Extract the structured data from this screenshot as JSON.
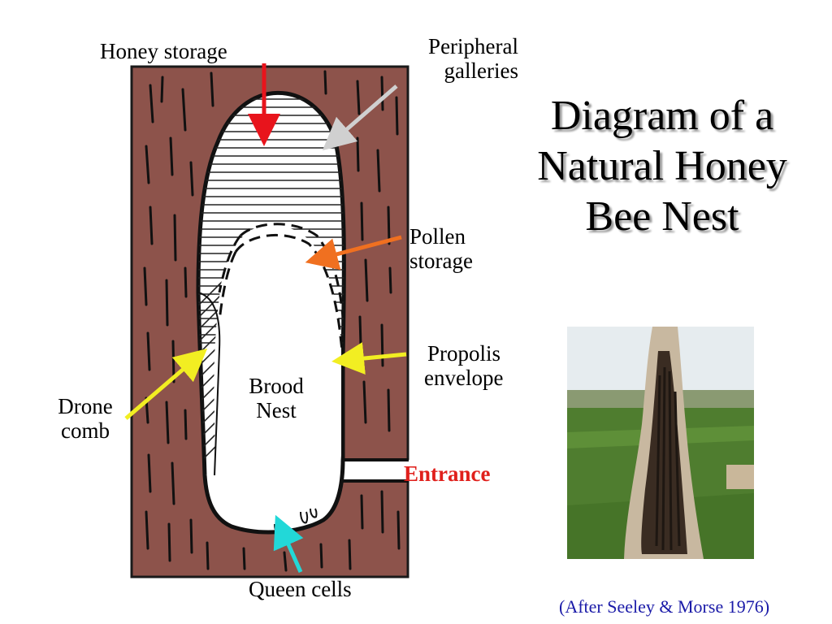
{
  "title": "Diagram of a Natural Honey Bee Nest",
  "labels": {
    "honey_storage": "Honey storage",
    "peripheral_galleries_1": "Peripheral",
    "peripheral_galleries_2": "galleries",
    "pollen_storage_1": "Pollen",
    "pollen_storage_2": "storage",
    "propolis_envelope_1": "Propolis",
    "propolis_envelope_2": "envelope",
    "brood_nest_1": "Brood",
    "brood_nest_2": "Nest",
    "drone_comb_1": "Drone",
    "drone_comb_2": "comb",
    "entrance": "Entrance",
    "queen_cells": "Queen cells"
  },
  "citation": "(After Seeley & Morse 1976)",
  "colors": {
    "wood": "#8d534b",
    "honey_arrow": "#e8141c",
    "peripheral_arrow": "#d0d0d0",
    "pollen_arrow": "#f07020",
    "propolis_arrow": "#f2ee22",
    "drone_arrow": "#f2ee22",
    "queen_arrow": "#22d8d8",
    "entrance_text": "#e0201c",
    "citation_text": "#1a1aa8"
  }
}
